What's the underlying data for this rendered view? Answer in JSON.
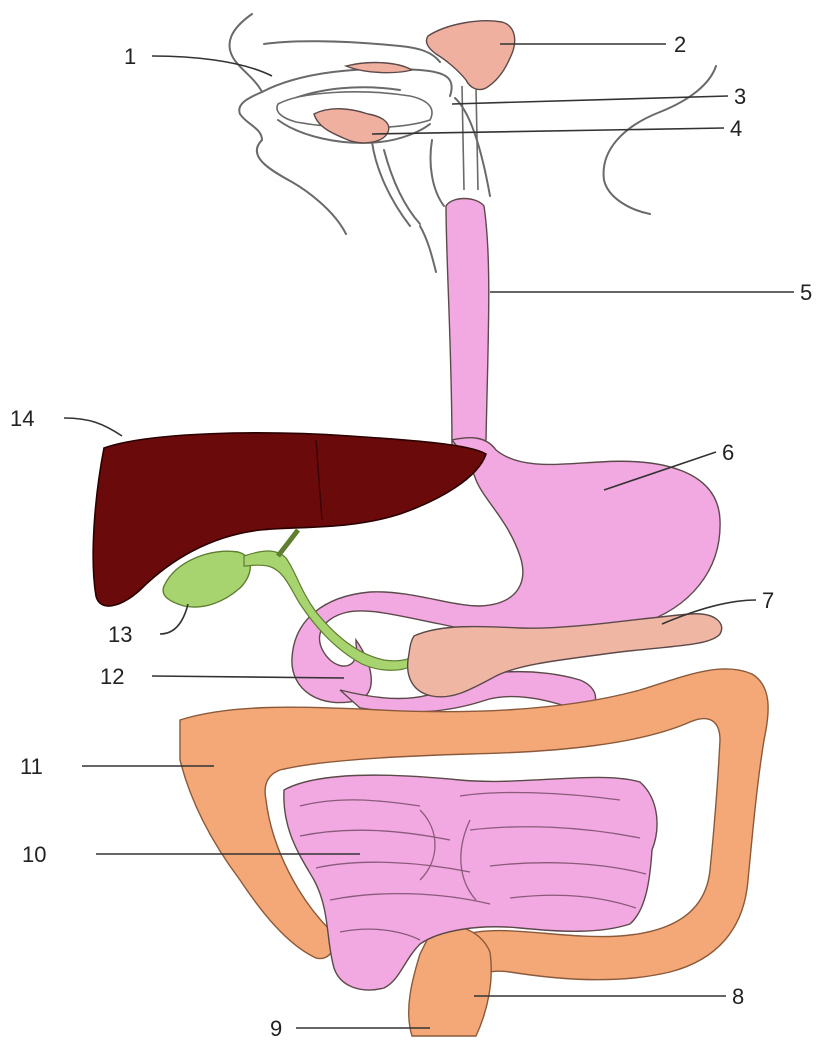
{
  "labels": [
    {
      "id": "1",
      "text": "1",
      "organ": "mouth"
    },
    {
      "id": "2",
      "text": "2",
      "organ": "salivary-gland"
    },
    {
      "id": "3",
      "text": "3",
      "organ": "pharynx"
    },
    {
      "id": "4",
      "text": "4",
      "organ": "tongue"
    },
    {
      "id": "5",
      "text": "5",
      "organ": "esophagus"
    },
    {
      "id": "6",
      "text": "6",
      "organ": "stomach"
    },
    {
      "id": "7",
      "text": "7",
      "organ": "pancreas"
    },
    {
      "id": "8",
      "text": "8",
      "organ": "rectum"
    },
    {
      "id": "9",
      "text": "9",
      "organ": "anus"
    },
    {
      "id": "10",
      "text": "10",
      "organ": "small-intestine"
    },
    {
      "id": "11",
      "text": "11",
      "organ": "large-intestine"
    },
    {
      "id": "12",
      "text": "12",
      "organ": "duodenum"
    },
    {
      "id": "13",
      "text": "13",
      "organ": "gallbladder"
    },
    {
      "id": "14",
      "text": "14",
      "organ": "liver"
    }
  ],
  "colors": {
    "digestive_tract": "#f2a8e0",
    "liver": "#6b0a0a",
    "gallbladder": "#a8d470",
    "pancreas": "#f0b6a4",
    "colon": "#f5a877",
    "gland": "#f0b0a0",
    "outline": "#6a6a6a"
  }
}
